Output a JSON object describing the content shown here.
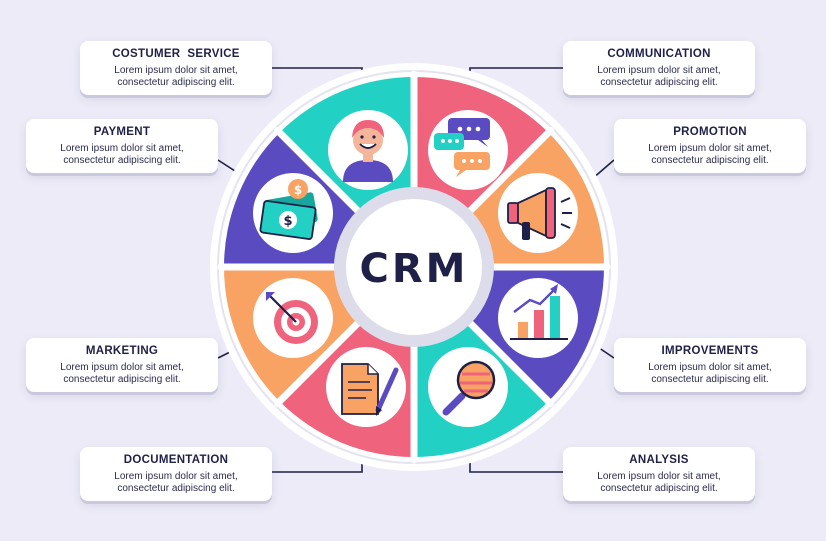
{
  "center_label": "CRM",
  "colors": {
    "teal": "#22d1c4",
    "coral": "#f0637d",
    "orange": "#f8a263",
    "purple": "#5a4bc1",
    "navy": "#1e2047",
    "background": "#ecebf7"
  },
  "cards": {
    "customer_service": {
      "title": "COSTUMER  SERVICE",
      "line1": "Lorem ipsum dolor sit amet,",
      "line2": "consectetur adipiscing elit."
    },
    "communication": {
      "title": "COMMUNICATION",
      "line1": "Lorem ipsum dolor sit amet,",
      "line2": "consectetur adipiscing elit."
    },
    "payment": {
      "title": "PAYMENT",
      "line1": "Lorem ipsum dolor sit amet,",
      "line2": "consectetur adipiscing elit."
    },
    "promotion": {
      "title": "PROMOTION",
      "line1": "Lorem ipsum dolor sit amet,",
      "line2": "consectetur adipiscing elit."
    },
    "marketing": {
      "title": "MARKETING",
      "line1": "Lorem ipsum dolor sit amet,",
      "line2": "consectetur adipiscing elit."
    },
    "improvements": {
      "title": "IMPROVEMENTS",
      "line1": "Lorem ipsum dolor sit amet,",
      "line2": "consectetur adipiscing elit."
    },
    "documentation": {
      "title": "DOCUMENTATION",
      "line1": "Lorem ipsum dolor sit amet,",
      "line2": "consectetur adipiscing elit."
    },
    "analysis": {
      "title": "ANALYSIS",
      "line1": "Lorem ipsum dolor sit amet,",
      "line2": "consectetur adipiscing elit."
    }
  },
  "icons": {
    "customer_service": "customer-service-agent-icon",
    "communication": "chat-bubbles-icon",
    "payment": "dollar-bills-icon",
    "promotion": "megaphone-icon",
    "marketing": "target-arrow-icon",
    "improvements": "growth-bar-chart-icon",
    "documentation": "document-pen-icon",
    "analysis": "magnifying-glass-icon"
  }
}
